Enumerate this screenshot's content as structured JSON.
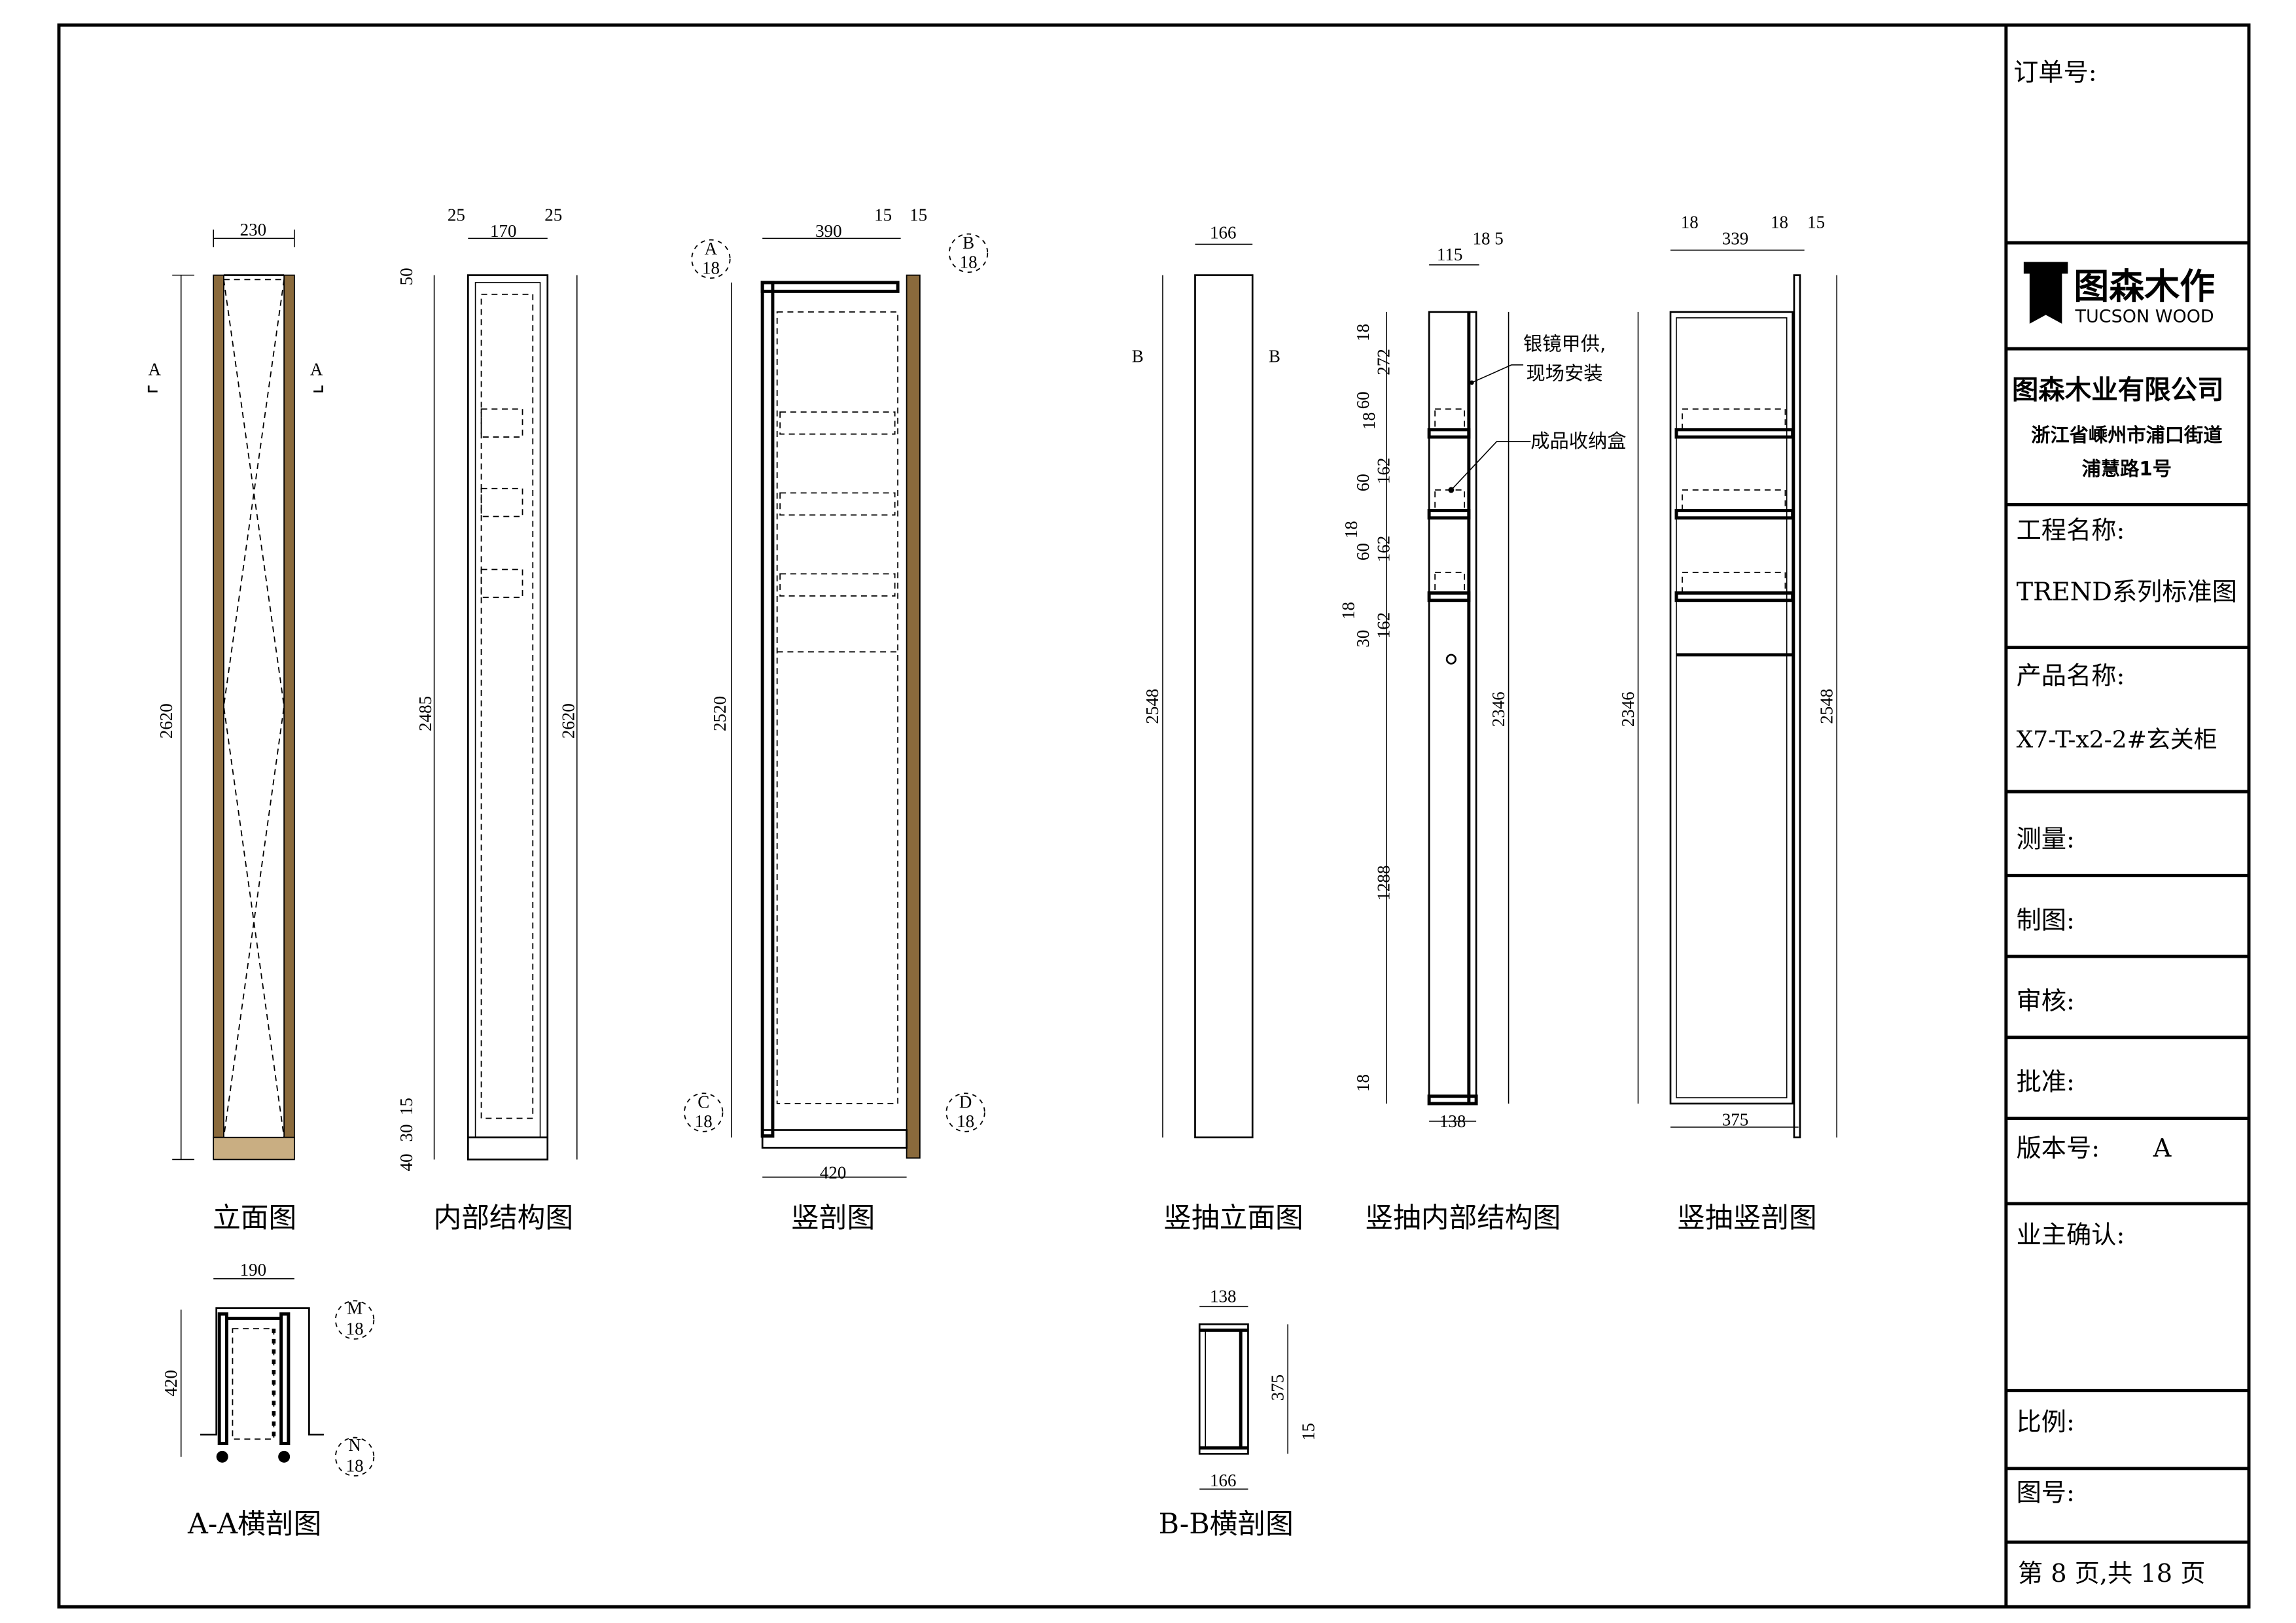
{
  "title_block": {
    "order_no_label": "订单号:",
    "logo_cn": "图森木作",
    "logo_en": "TUCSON WOOD",
    "company": "图森木业有限公司",
    "address_line1": "浙江省嵊州市浦口街道",
    "address_line2": "浦慧路1号",
    "project_label": "工程名称:",
    "project_value": "TREND系列标准图",
    "product_label": "产品名称:",
    "product_value": "X7-T-x2-2#玄关柜",
    "measure_label": "测量:",
    "draft_label": "制图:",
    "review_label": "审核:",
    "approve_label": "批准:",
    "version_label": "版本号:",
    "version_value": "A",
    "owner_confirm_label": "业主确认:",
    "scale_label": "比例:",
    "drawing_no_label": "图号:",
    "page_info": "第 8 页,共 18 页"
  },
  "views": {
    "elevation": {
      "title": "立面图",
      "width": "230",
      "height": "2620",
      "section_mark": "A"
    },
    "internal": {
      "title": "内部结构图",
      "left": "25",
      "mid": "170",
      "right": "25",
      "top": "50",
      "inner": "2485",
      "b1": "15",
      "b2": "30",
      "b3": "40",
      "height": "2620"
    },
    "section": {
      "title": "竖剖图",
      "width": "390",
      "d1": "15",
      "d2": "15",
      "height": "2520",
      "depth": "420",
      "details": [
        {
          "id": "A",
          "v": "18"
        },
        {
          "id": "B",
          "v": "18"
        },
        {
          "id": "C",
          "v": "18"
        },
        {
          "id": "D",
          "v": "18"
        }
      ]
    },
    "drawer_elevation": {
      "title": "竖抽立面图",
      "width": "166",
      "height": "2548",
      "section_mark": "B"
    },
    "drawer_internal": {
      "title": "竖抽内部结构图",
      "w1": "115",
      "w2": "18 5",
      "bottom": "138",
      "height": "2346",
      "left_dims": [
        "18",
        "272",
        "60",
        "18",
        "162",
        "60",
        "18",
        "162",
        "60",
        "18",
        "162",
        "30",
        "1288",
        "18"
      ],
      "note_mirror": [
        "银镜甲供,",
        "现场安装"
      ],
      "note_box": "成品收纳盒"
    },
    "drawer_section": {
      "title": "竖抽竖剖图",
      "t1": "18",
      "w": "339",
      "t2": "18",
      "t3": "15",
      "left_h": "2346",
      "right_h": "2548",
      "bottom": "375"
    },
    "aa_section": {
      "title": "A-A横剖图",
      "width": "190",
      "depth": "420",
      "details": [
        {
          "id": "M",
          "v": "18"
        },
        {
          "id": "N",
          "v": "18"
        }
      ]
    },
    "bb_section": {
      "title": "B-B横剖图",
      "top": "138",
      "bottom": "166",
      "depth": "375",
      "t": "15"
    }
  },
  "colors": {
    "wood": "#8a6a3c",
    "plinth": "#c9ae82"
  }
}
